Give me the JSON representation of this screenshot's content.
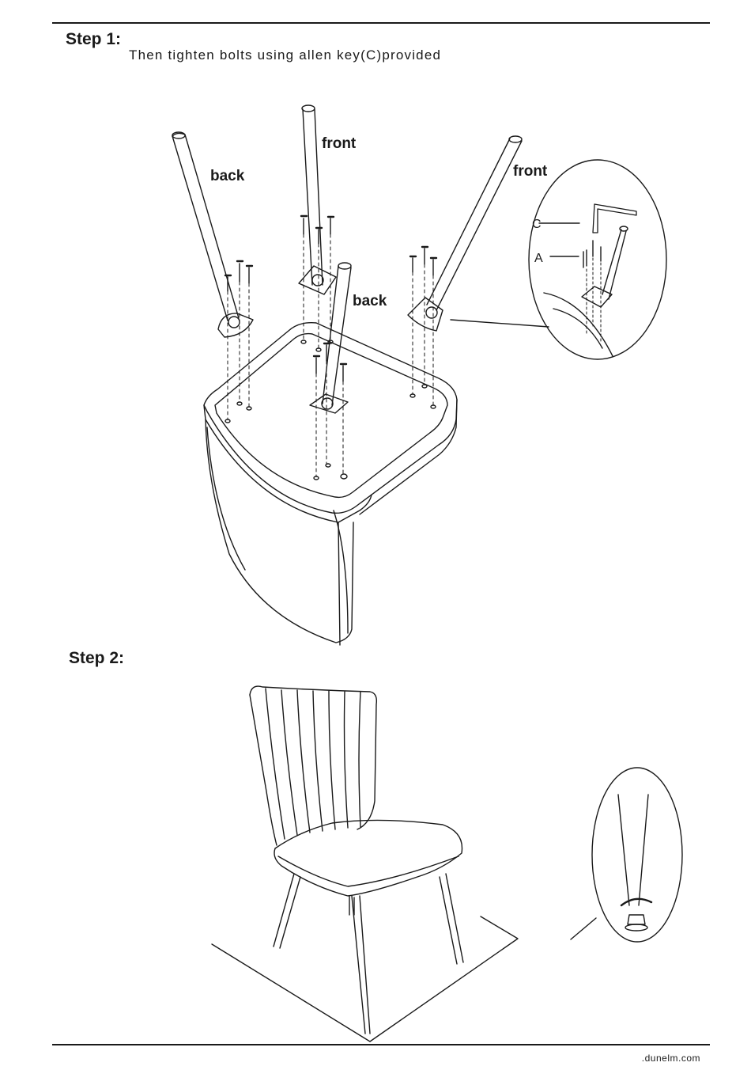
{
  "step1": {
    "title": "Step 1:",
    "instruction": "Then tighten bolts using allen key(C)provided",
    "labels": {
      "back_left": "back",
      "front_middle": "front",
      "front_right": "front",
      "back_center": "back",
      "part_c": "C",
      "part_a": "A"
    }
  },
  "step2": {
    "title": "Step 2:"
  },
  "footer": {
    "brand": ".dunelm.com"
  }
}
